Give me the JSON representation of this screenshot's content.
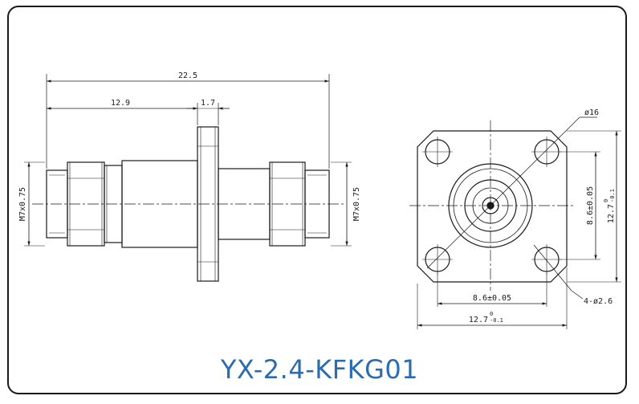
{
  "title": "YX-2.4-KFKG01",
  "colors": {
    "line": "#1a1a1a",
    "title": "#2b6cb0"
  },
  "side_view": {
    "overall_length": "22.5",
    "left_length": "12.9",
    "flange_thickness": "1.7",
    "left_thread": "M7x0.75",
    "right_thread": "M7x0.75"
  },
  "front_view": {
    "outer_diameter": "ø16",
    "hole_spacing_h": "8.6±0.05",
    "hole_spacing_v": "8.6±0.05",
    "flange_width_h": "12.7",
    "flange_width_v": "12.7",
    "tol_upper": "0",
    "tol_lower": "-0.1",
    "mount_holes": "4-ø2.6"
  }
}
